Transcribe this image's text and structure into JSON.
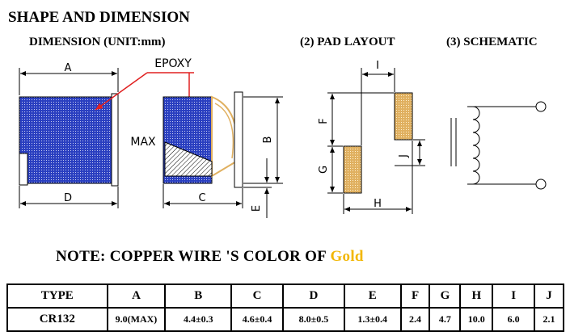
{
  "title": "SHAPE AND DIMENSION",
  "sections": {
    "dimension": "DIMENSION  (UNIT:mm)",
    "pad_layout": "(2) PAD LAYOUT",
    "schematic": "(3) SCHEMATIC"
  },
  "labels": {
    "epoxy": "EPOXY",
    "max": "MAX",
    "A": "A",
    "B": "B",
    "C": "C",
    "D": "D",
    "E": "E",
    "F": "F",
    "G": "G",
    "H": "H",
    "I": "I",
    "J": "J"
  },
  "note": {
    "prefix": "NOTE: COPPER  WIRE 'S  COLOR  OF",
    "color_word": "Gold",
    "color_hex": "#f2b705"
  },
  "colors": {
    "coil_blue": "#2a3fc0",
    "pad_gold": "#e0b060",
    "marker_red": "#e02020"
  },
  "table": {
    "headers": [
      "TYPE",
      "A",
      "B",
      "C",
      "D",
      "E",
      "F",
      "G",
      "H",
      "I",
      "J"
    ],
    "rows": [
      [
        "CR132",
        "9.0(MAX)",
        "4.4±0.3",
        "4.6±0.4",
        "8.0±0.5",
        "1.3±0.4",
        "2.4",
        "4.7",
        "10.0",
        "6.0",
        "2.1"
      ]
    ]
  }
}
